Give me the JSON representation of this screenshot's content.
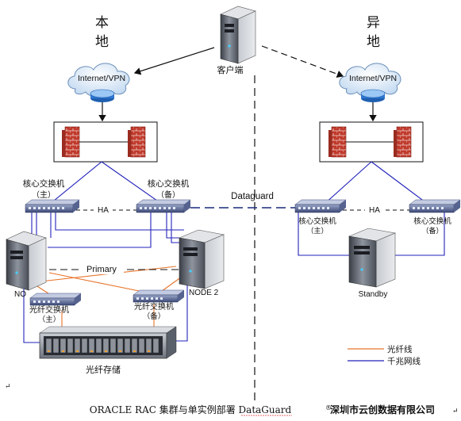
{
  "sites": {
    "local": [
      "本",
      "地"
    ],
    "remote": [
      "异",
      "地"
    ]
  },
  "client": {
    "label": "客户端"
  },
  "clouds": {
    "local_label": "Internet/VPN",
    "remote_label": "Internet/VPN"
  },
  "local": {
    "core_switch_1": [
      "核心交换机",
      "（主）"
    ],
    "core_switch_2": [
      "核心交换机",
      "（备）"
    ],
    "ha_label": "HA",
    "primary_label": "Primary",
    "node1_label": "NO",
    "node2_label": "NODE 2",
    "fc_switch_1": [
      "光纤交换机",
      "（主）"
    ],
    "fc_switch_2": [
      "光纤交换机",
      "（备）"
    ],
    "storage_label": "光纤存储"
  },
  "dataguard_label": "Dataguard",
  "remote": {
    "core_switch_1": [
      "核心交换机",
      "（主）"
    ],
    "core_switch_2": [
      "核心交换机",
      "（备）"
    ],
    "ha_label": "HA",
    "standby_label": "Standby"
  },
  "legend": [
    {
      "label": "光纤线",
      "color": "#e8742a"
    },
    {
      "label": "千兆网线",
      "color": "#2222bb"
    }
  ],
  "footer": {
    "caption": "ORACLE RAC 集群与单实例部署 DataGuard",
    "mark": "®",
    "company": "深圳市云创数据有限公司"
  },
  "colors": {
    "fiber": "#e8742a",
    "ethernet": "#2222bb",
    "firewall": "#c0392b",
    "switch": "#4a5a8a"
  }
}
